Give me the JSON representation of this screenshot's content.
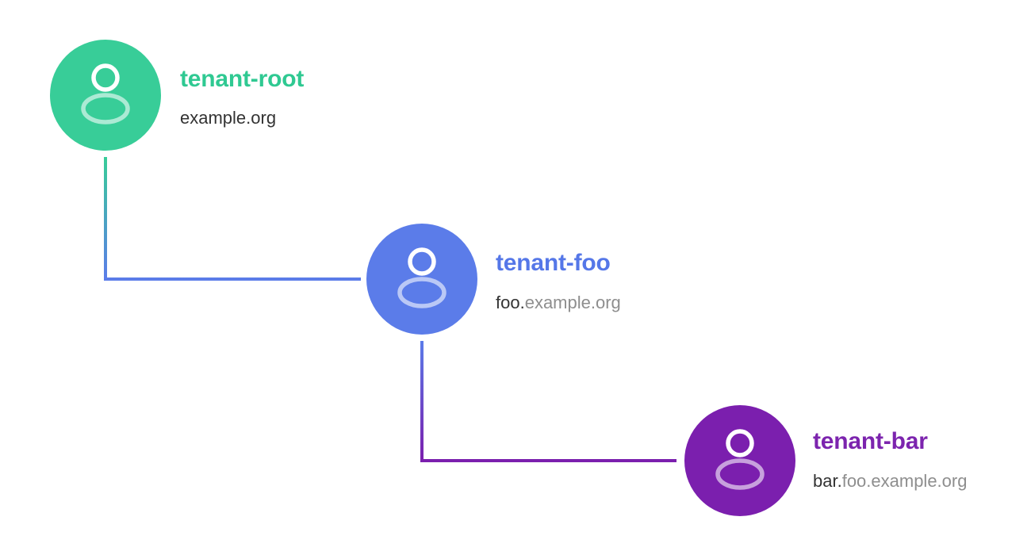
{
  "background_color": "#ffffff",
  "diagram": {
    "type": "tenant-hierarchy-tree",
    "nodes": [
      {
        "name": "tenant-root",
        "domain_primary": "example.org",
        "domain_muted": "",
        "circle_color": "#38cd98",
        "label_color": "#2fc992",
        "icon": "user-icon"
      },
      {
        "name": "tenant-foo",
        "domain_primary": "foo.",
        "domain_muted": "example.org",
        "circle_color": "#5b7ce9",
        "label_color": "#5577e8",
        "icon": "user-icon"
      },
      {
        "name": "tenant-bar",
        "domain_primary": "bar.",
        "domain_muted": "foo.example.org",
        "circle_color": "#7b1fae",
        "label_color": "#7c24ae",
        "icon": "user-icon"
      }
    ],
    "connectors": [
      {
        "from": "tenant-root",
        "to": "tenant-foo",
        "color_start": "#38cd98",
        "color_end": "#5b7ce9"
      },
      {
        "from": "tenant-foo",
        "to": "tenant-bar",
        "color_start": "#5b7ce9",
        "color_end": "#7b1fae"
      }
    ]
  }
}
